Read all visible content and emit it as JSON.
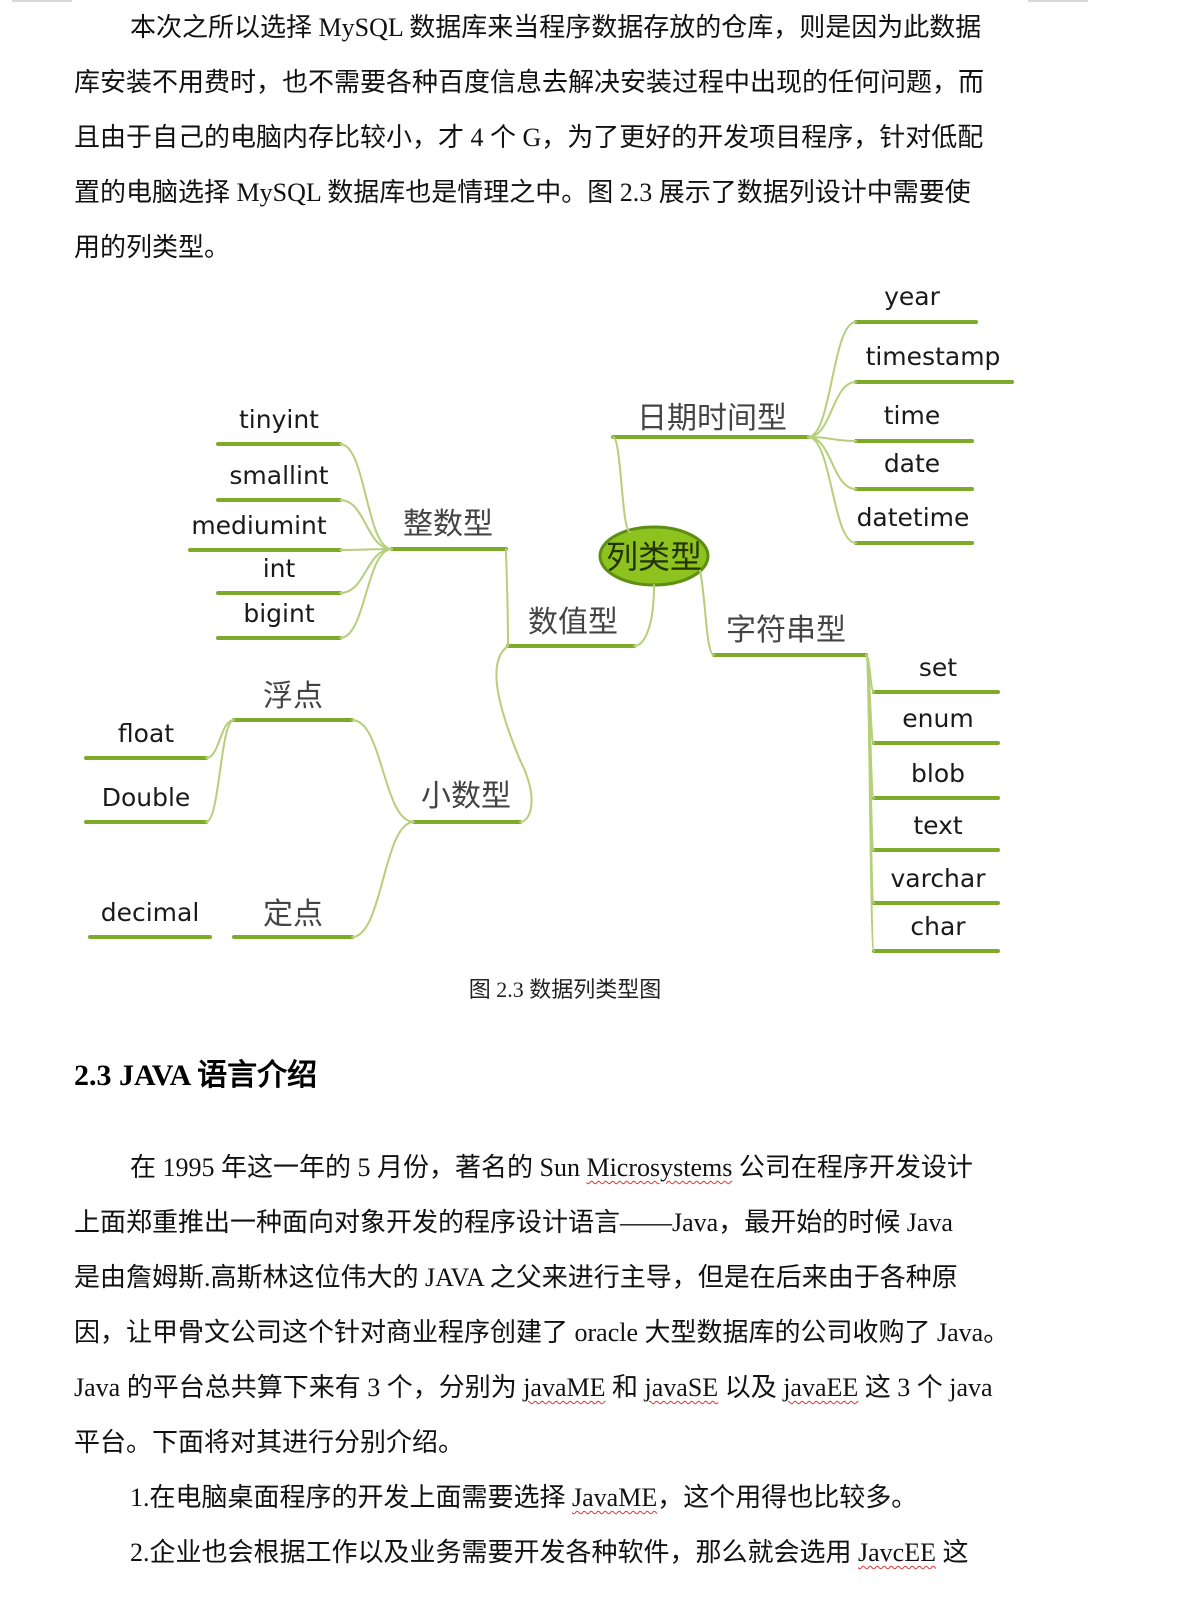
{
  "intro_paragraph": {
    "lines": [
      "本次之所以选择 MySQL 数据库来当程序数据存放的仓库，则是因为此数据",
      "库安装不用费时，也不需要各种百度信息去解决安装过程中出现的任何问题，而",
      "且由于自己的电脑内存比较小，才 4 个 G，为了更好的开发项目程序，针对低配",
      "置的电脑选择 MySQL 数据库也是情理之中。图 2.3 展示了数据列设计中需要使",
      "用的列类型。"
    ]
  },
  "mindmap": {
    "root": "列类型",
    "branches": {
      "numeric": "数值型",
      "integer": "整数型",
      "decimal_group": "小数型",
      "float_point": "浮点",
      "fixed_point": "定点",
      "datetime": "日期时间型",
      "string": "字符串型"
    },
    "leaves": {
      "integer": [
        "tinyint",
        "smallint",
        "mediumint",
        "int",
        "bigint"
      ],
      "float_point": [
        "float",
        "Double"
      ],
      "fixed_point": [
        "decimal"
      ],
      "datetime": [
        "year",
        "timestamp",
        "time",
        "date",
        "datetime"
      ],
      "string": [
        "set",
        "enum",
        "blob",
        "text",
        "varchar",
        "char"
      ]
    },
    "colors": {
      "branch": "#7eaa2a",
      "branch_light": "#b5cf7a",
      "root_fill": "#8dc21f",
      "root_border": "#5d8f10"
    }
  },
  "figure_caption": "图 2.3 数据列类型图",
  "section_heading": "2.3 JAVA 语言介绍",
  "java_paragraph": {
    "line1_a": "在 1995 年这一年的 5 月份，著名的 Sun ",
    "line1_b": "Microsystems",
    "line1_c": " 公司在程序开发设计",
    "line2": "上面郑重推出一种面向对象开发的程序设计语言——Java，最开始的时候 Java",
    "line3": "是由詹姆斯.高斯林这位伟大的 JAVA 之父来进行主导，但是在后来由于各种原",
    "line4": "因，让甲骨文公司这个针对商业程序创建了 oracle 大型数据库的公司收购了 Java。",
    "line5_a": "Java 的平台总共算下来有 3 个，分别为 ",
    "line5_b": "javaME",
    "line5_c": " 和 ",
    "line5_d": "javaSE",
    "line5_e": " 以及 ",
    "line5_f": "javaEE",
    "line5_g": " 这 3 个 java",
    "line6": "平台。下面将对其进行分别介绍。"
  },
  "list_items": {
    "item1_a": "1.在电脑桌面程序的开发上面需要选择 ",
    "item1_b": "JavaME",
    "item1_c": "，这个用得也比较多。",
    "item2_a": "2.企业也会根据工作以及业务需要开发各种软件，那么就会选用 ",
    "item2_b": "JavcEE",
    "item2_c": " 这"
  }
}
